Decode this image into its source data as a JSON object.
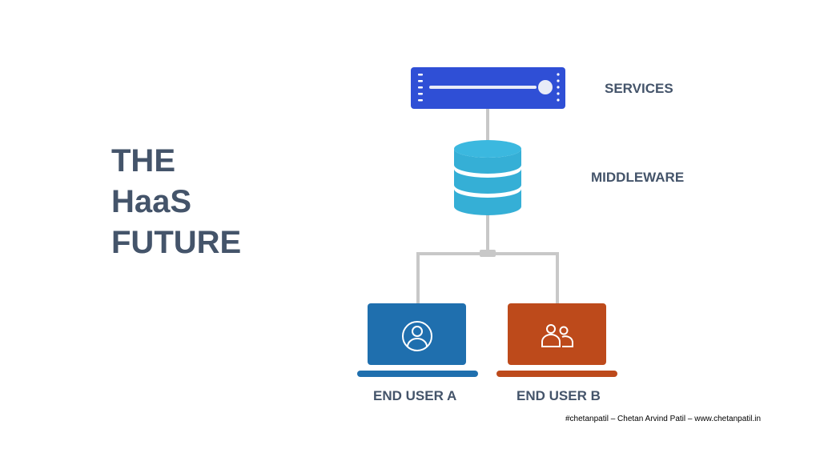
{
  "title": {
    "line1": "THE",
    "line2": "HaaS",
    "line3": "FUTURE"
  },
  "nodes": {
    "services": {
      "label": "SERVICES",
      "color": "#2f4fd6"
    },
    "middleware": {
      "label": "MIDDLEWARE",
      "color": "#35afd6"
    },
    "end_user_a": {
      "label": "END USER A",
      "color": "#1f6fae",
      "icon": "user-icon"
    },
    "end_user_b": {
      "label": "END USER B",
      "color": "#bd4a1b",
      "icon": "users-icon"
    }
  },
  "colors": {
    "text": "#44546a",
    "connector": "#c8c8c8"
  },
  "credit": "#chetanpatil – Chetan Arvind Patil – www.chetanpatil.in"
}
